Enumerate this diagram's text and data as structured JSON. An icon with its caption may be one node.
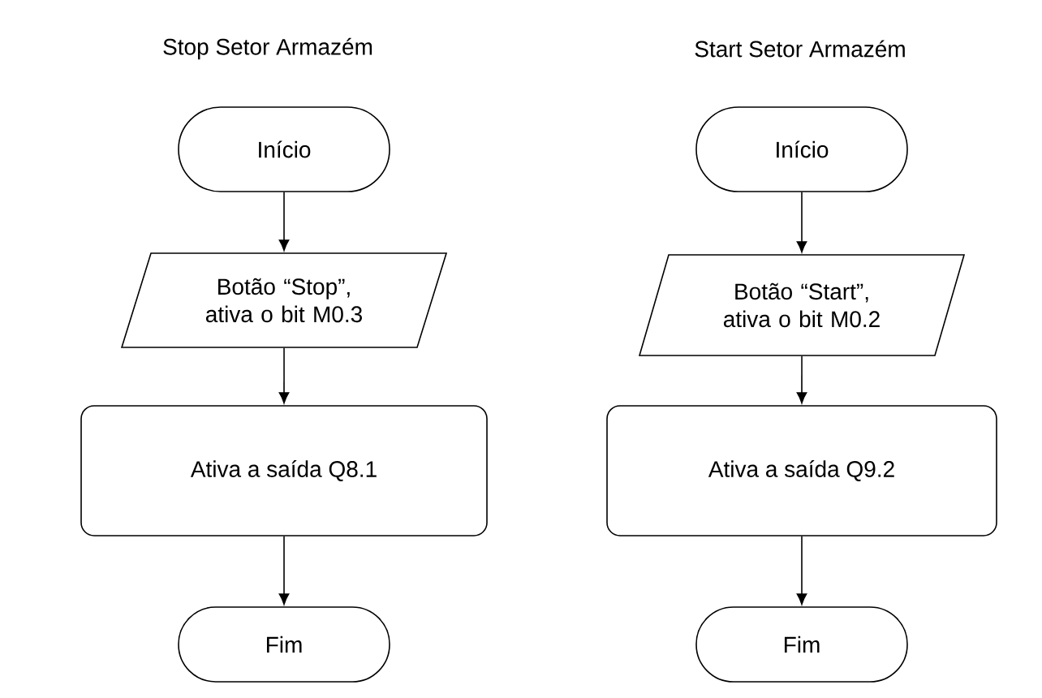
{
  "diagram": {
    "nodes": [
      {
        "text": [
          "Início"
        ]
      },
      {
        "text": [
          "Botão “Stop”, ativa o bit M0.3"
        ]
      },
      {
        "text": [
          "Ativa a saída Q8.1"
        ]
      },
      {
        "text": [
          "Fim"
        ]
      },
      {
        "text": [
          "Início"
        ]
      },
      {
        "text": [
          "Botão “Start”, ativa o bit M0.2"
        ]
      },
      {
        "text": [
          "Ativa a saída Q9.2"
        ]
      },
      {
        "text": [
          "Fim"
        ]
      }
    ],
    "edges": [
      {
        "from": 0,
        "to": 1,
        "arrow": "to"
      },
      {
        "from": 1,
        "to": 2,
        "arrow": "to"
      },
      {
        "from": 2,
        "to": 3,
        "arrow": "to"
      },
      {
        "from": 4,
        "to": 5,
        "arrow": "to"
      },
      {
        "from": 5,
        "to": 6,
        "arrow": "to"
      },
      {
        "from": 6,
        "to": 7,
        "arrow": "to"
      }
    ],
    "labels": [
      "Stop Setor Armazém",
      "Start Setor Armazém"
    ]
  }
}
